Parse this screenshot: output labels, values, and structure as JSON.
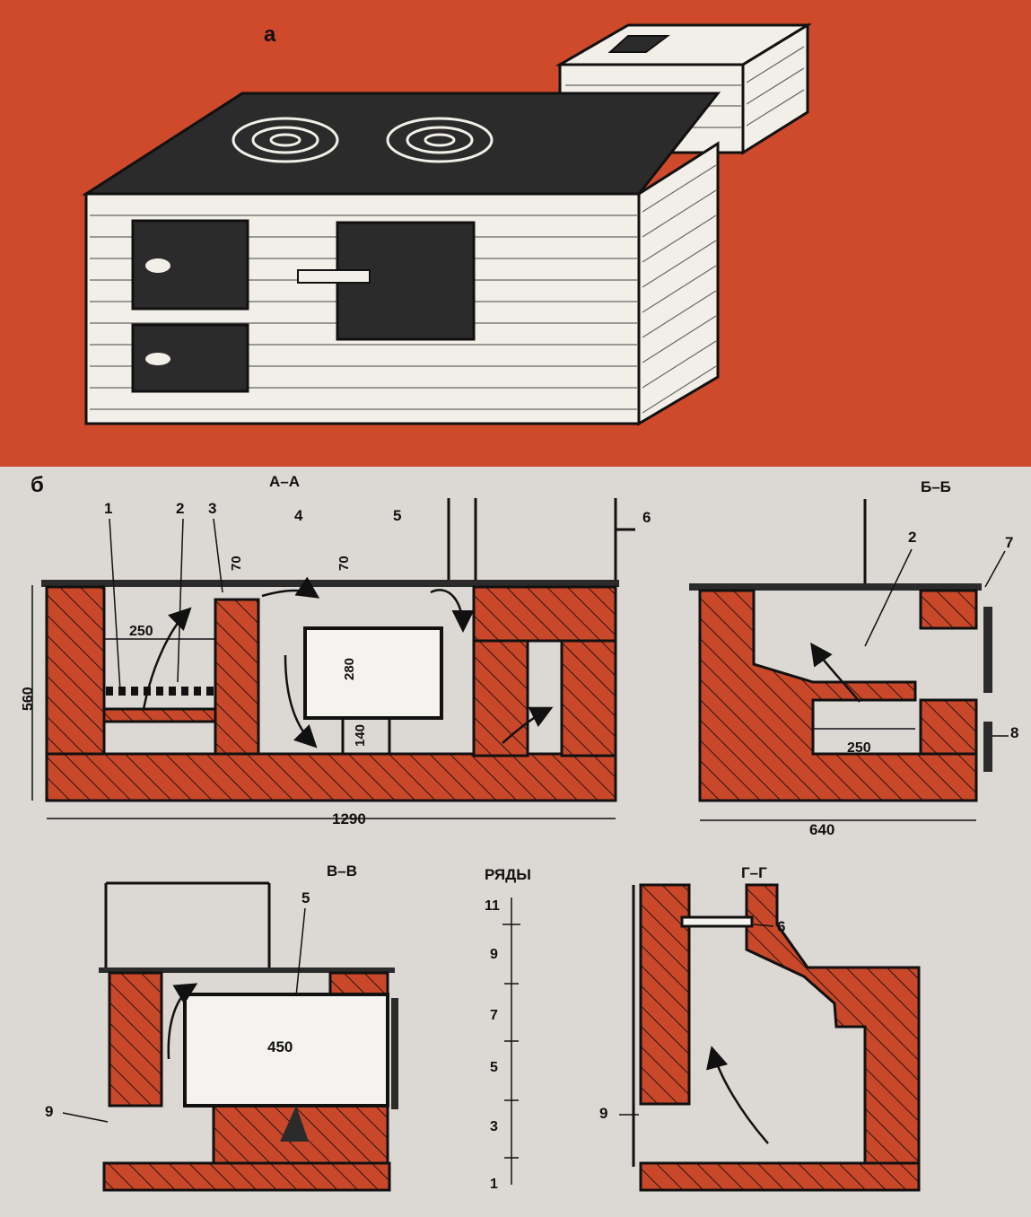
{
  "diagram": {
    "panel_a": {
      "label": "а"
    },
    "panel_b": {
      "label": "б"
    },
    "sections": {
      "aa": "А–А",
      "bb": "Б–Б",
      "vv": "В–В",
      "gg": "Г–Г"
    },
    "callouts": {
      "n1": "1",
      "n2": "2",
      "n3": "3",
      "n4": "4",
      "n5": "5",
      "n6": "6",
      "n7": "7",
      "n8": "8",
      "n9": "9"
    },
    "dimensions": {
      "d1290": "1290",
      "d560": "560",
      "d250": "250",
      "d70a": "70",
      "d70b": "70",
      "d280": "280",
      "d140": "140",
      "d640": "640",
      "d450": "450"
    },
    "rows": {
      "title": "РЯДЫ",
      "ticks": [
        "11",
        "9",
        "7",
        "5",
        "3",
        "1"
      ]
    }
  },
  "colors": {
    "brick": "#c9482a",
    "background_top": "#cf4a2b",
    "background_bottom": "#dcd8d4",
    "stove_body": "#f2efe8",
    "metal": "#2b2b2b"
  }
}
